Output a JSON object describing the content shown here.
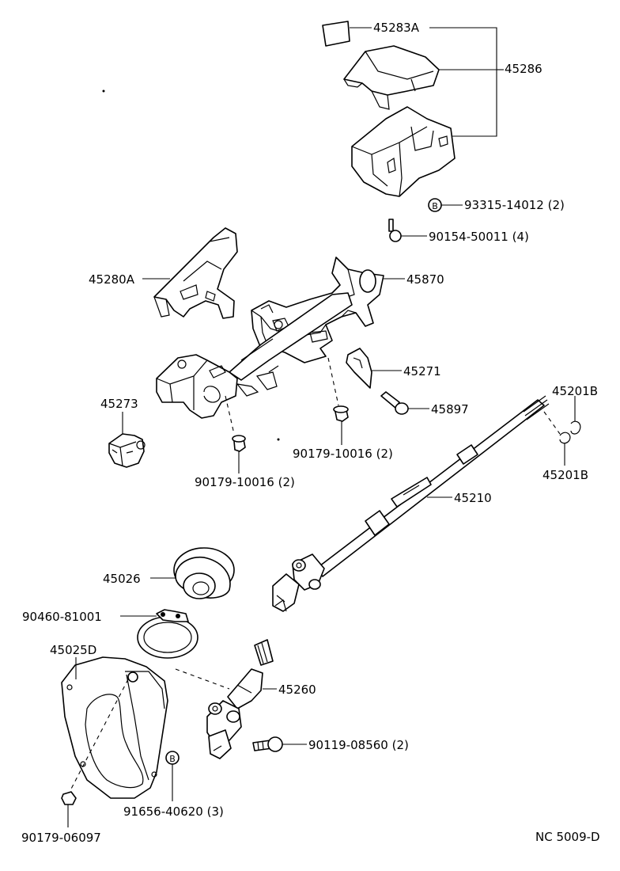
{
  "diagram": {
    "code": "NC 5009-D",
    "parts": [
      {
        "id": "p_45283A",
        "text": "45283A"
      },
      {
        "id": "p_45286",
        "text": "45286"
      },
      {
        "id": "p_93315",
        "text": "93315-14012 (2)",
        "marker": "B"
      },
      {
        "id": "p_90154",
        "text": "90154-50011 (4)"
      },
      {
        "id": "p_45280A",
        "text": "45280A"
      },
      {
        "id": "p_45870",
        "text": "45870"
      },
      {
        "id": "p_45271",
        "text": "45271"
      },
      {
        "id": "p_45201B_top",
        "text": "45201B"
      },
      {
        "id": "p_45897",
        "text": "45897"
      },
      {
        "id": "p_45201B_bot",
        "text": "45201B"
      },
      {
        "id": "p_45273",
        "text": "45273"
      },
      {
        "id": "p_90179_10016_r",
        "text": "90179-10016 (2)"
      },
      {
        "id": "p_90179_10016_l",
        "text": "90179-10016 (2)"
      },
      {
        "id": "p_45210",
        "text": "45210"
      },
      {
        "id": "p_45026",
        "text": "45026"
      },
      {
        "id": "p_90460",
        "text": "90460-81001"
      },
      {
        "id": "p_45025D",
        "text": "45025D"
      },
      {
        "id": "p_45260",
        "text": "45260"
      },
      {
        "id": "p_90119",
        "text": "90119-08560 (2)"
      },
      {
        "id": "p_91656",
        "text": "91656-40620 (3)",
        "marker": "B"
      },
      {
        "id": "p_90179_06097",
        "text": "90179-06097"
      }
    ]
  }
}
